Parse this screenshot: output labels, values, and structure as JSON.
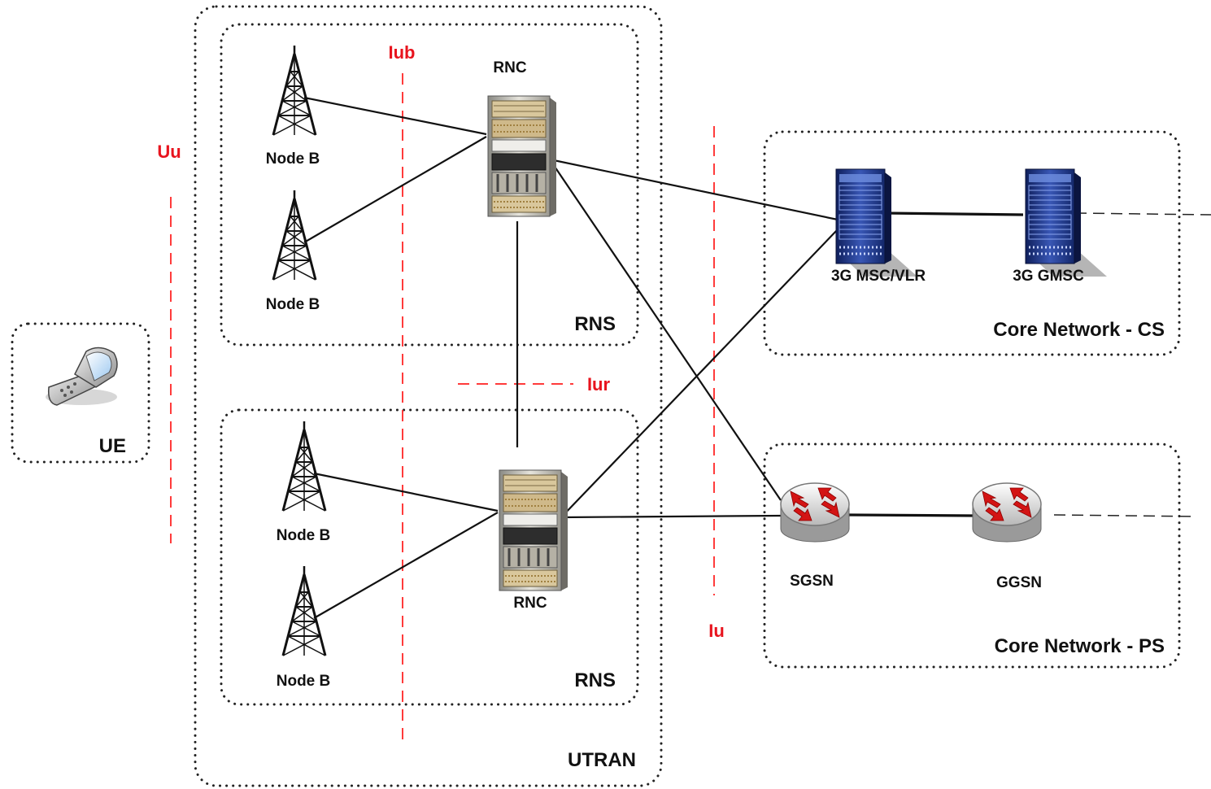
{
  "interfaces": {
    "uu": "Uu",
    "iub": "Iub",
    "iur": "Iur",
    "iu": "Iu"
  },
  "ue": {
    "label": "UE"
  },
  "utran": {
    "label": "UTRAN",
    "rns_top": {
      "label": "RNS",
      "rnc_label": "RNC",
      "node_b_1": "Node B",
      "node_b_2": "Node B"
    },
    "rns_bottom": {
      "label": "RNS",
      "rnc_label": "RNC",
      "node_b_1": "Node B",
      "node_b_2": "Node B"
    }
  },
  "core_cs": {
    "label": "Core Network - CS",
    "msc_label": "3G MSC/VLR",
    "gmsc_label": "3G GMSC"
  },
  "core_ps": {
    "label": "Core Network - PS",
    "sgsn_label": "SGSN",
    "ggsn_label": "GGSN"
  },
  "colors": {
    "interface": "#e8141e",
    "server": "#1d3a8a",
    "router_arrow": "#d31414"
  }
}
